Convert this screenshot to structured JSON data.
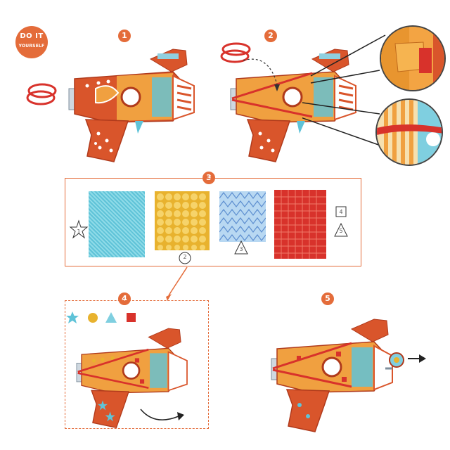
{
  "badge": {
    "line1": "DO IT",
    "line2": "YOURSELF"
  },
  "steps": {
    "s1": "1",
    "s2": "2",
    "s3": "3",
    "s4": "4",
    "s5": "5"
  },
  "sheet_markers": {
    "m1": "1",
    "m2": "2",
    "m3": "3",
    "m4": "4",
    "m5": "5"
  },
  "colors": {
    "accent": "#e46c3a",
    "gun_red": "#d9552b",
    "gun_orange": "#f0a040",
    "glitter_blue": "#5fc3d8",
    "gold": "#e8b22e",
    "silver_blue": "#7fb6e8",
    "metal_red": "#d8322b"
  },
  "icons": [
    "rubber-band-icon",
    "star-sticker-icon",
    "circle-sticker-icon",
    "triangle-sticker-icon",
    "square-sticker-icon",
    "arrow-icon"
  ]
}
